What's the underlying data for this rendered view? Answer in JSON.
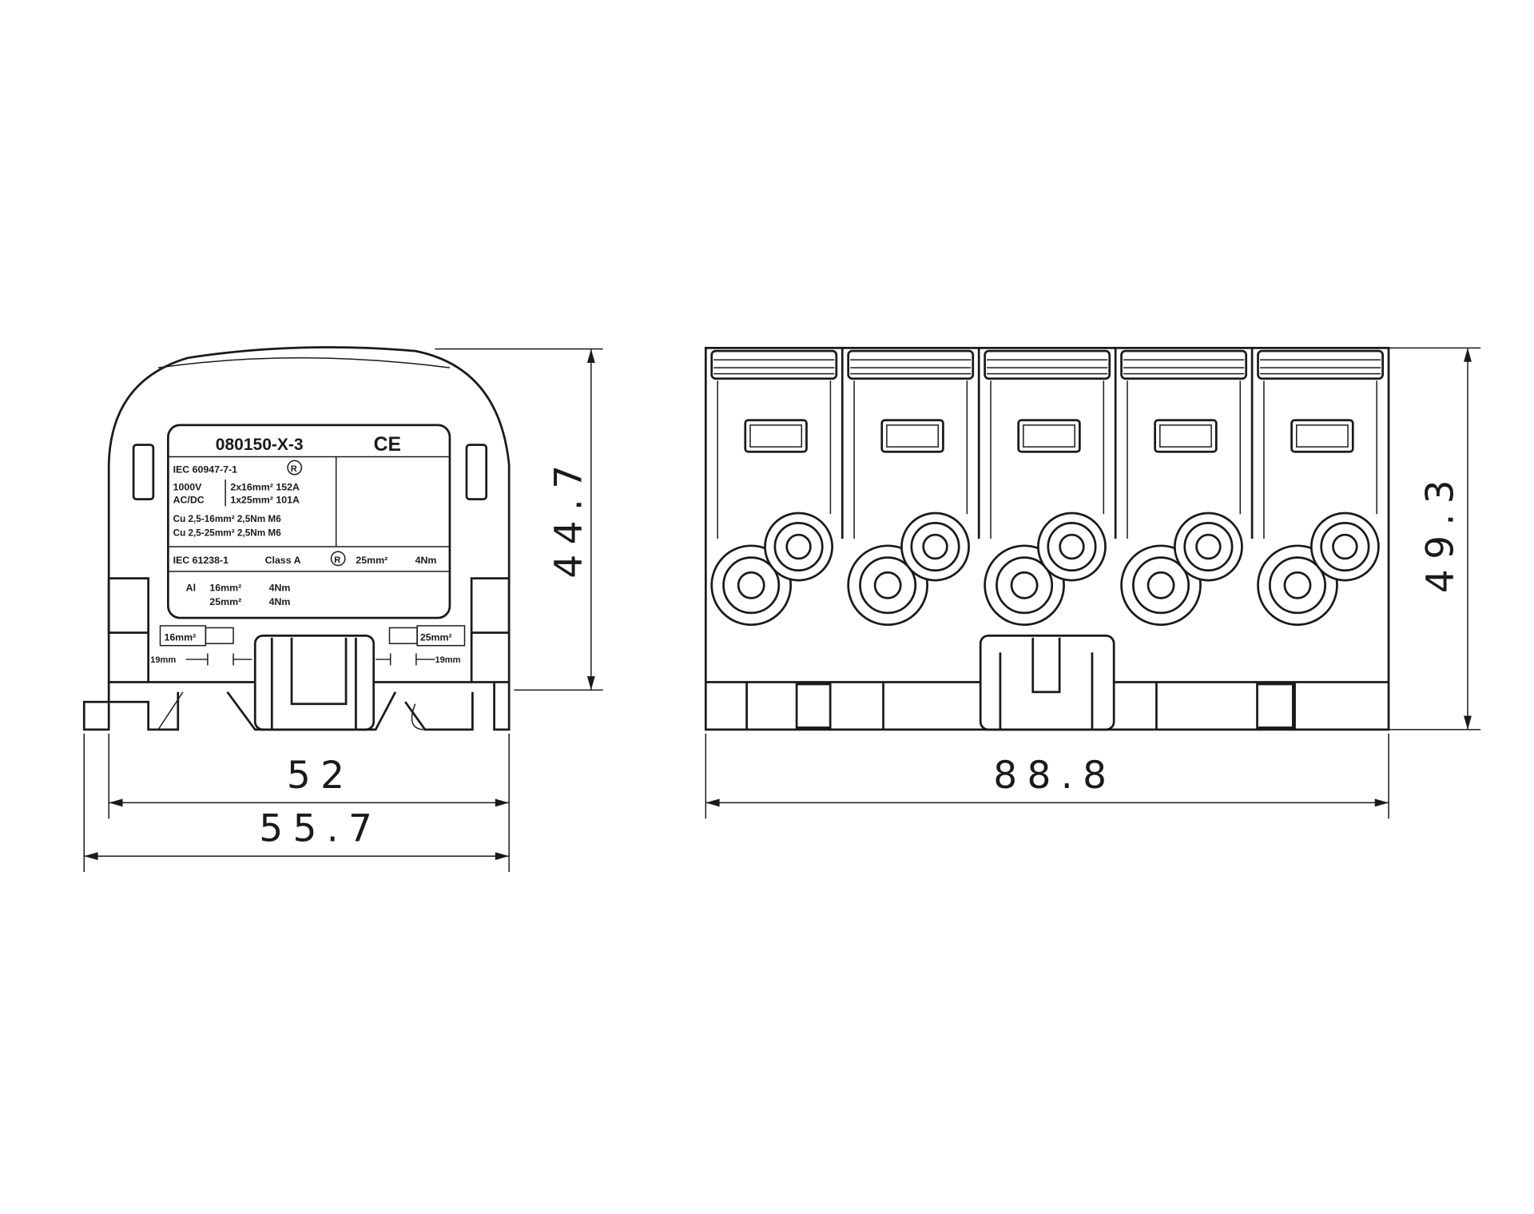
{
  "dimensions": {
    "front_inner_width": "52",
    "front_outer_width": "55.7",
    "front_height": "44.7",
    "side_height": "49.3",
    "side_length": "88.8"
  },
  "label": {
    "part_number": "080150-X-3",
    "ce_mark": "CE",
    "standard_1": "IEC 60947-7-1",
    "voltage": "1000V",
    "current_type": "AC/DC",
    "rating_1": "2x16mm² 152A",
    "rating_2": "1x25mm² 101A",
    "cu_1": "Cu 2,5-16mm² 2,5Nm M6",
    "cu_2": "Cu 2,5-25mm² 2,5Nm M6",
    "standard_2": "IEC 61238-1",
    "class": "Class A",
    "class_rating": "25mm²",
    "class_torque": "4Nm",
    "al_label": "Al",
    "al_1_size": "16mm²",
    "al_1_torque": "4Nm",
    "al_2_size": "25mm²",
    "al_2_torque": "4Nm",
    "ur_mark": "R"
  },
  "strip_labels": {
    "left_size": "16mm²",
    "right_size": "25mm²",
    "left_strip": "19mm",
    "right_strip": "19mm"
  },
  "module_count": 5
}
